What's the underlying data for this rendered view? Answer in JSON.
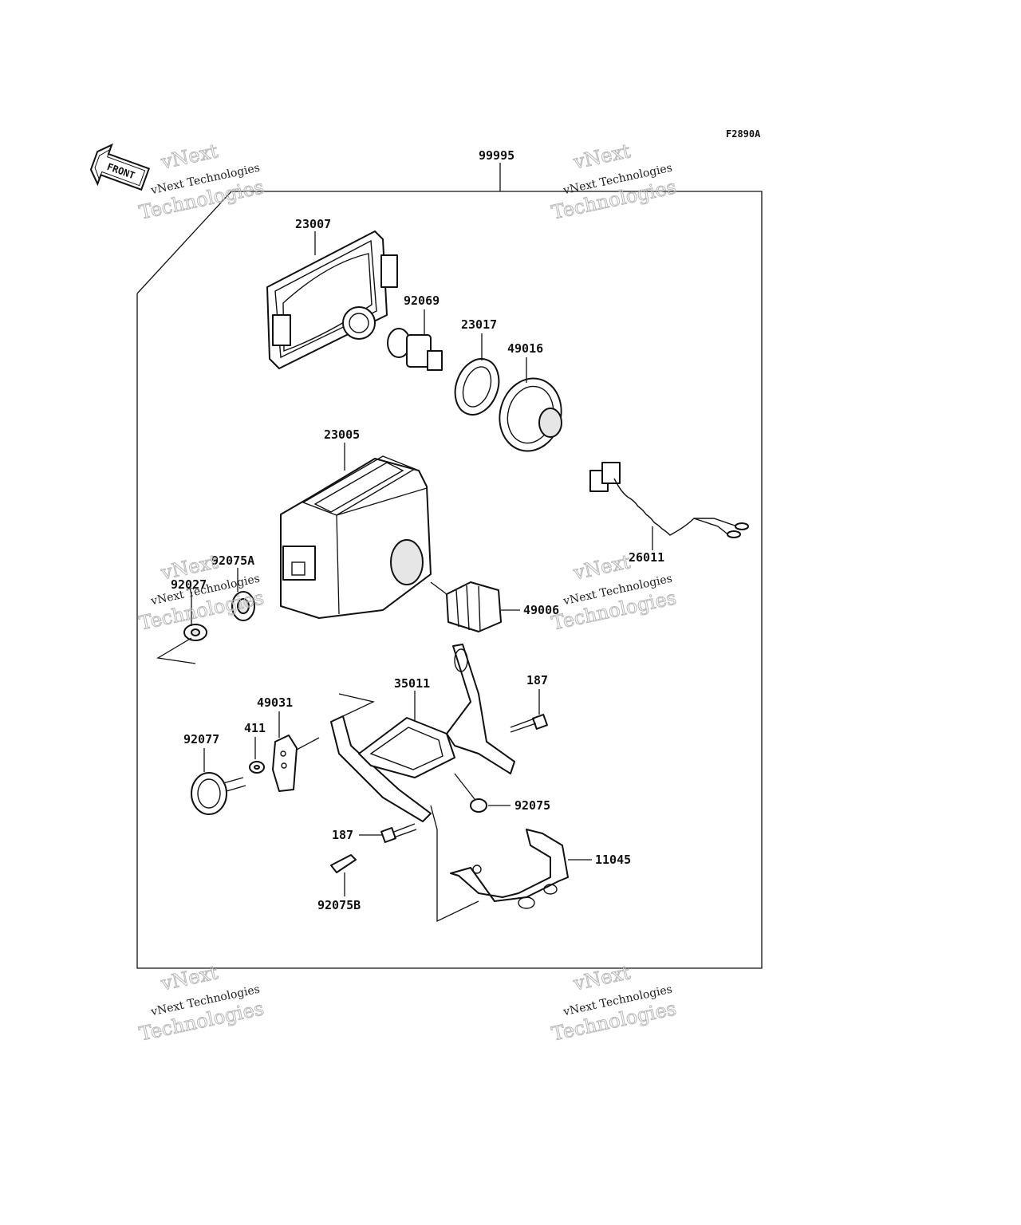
{
  "diagram": {
    "figure_code": "F2890A",
    "direction_label": "FRONT",
    "assembly_ref": "99995",
    "parts": {
      "p23007": "23007",
      "p92069": "92069",
      "p23017": "23017",
      "p49016": "49016",
      "p23005": "23005",
      "p26011": "26011",
      "p92075A": "92075A",
      "p92027": "92027",
      "p49006": "49006",
      "p35011": "35011",
      "p187a": "187",
      "p49031": "49031",
      "p411": "411",
      "p92077": "92077",
      "p92075": "92075",
      "p187b": "187",
      "p11045": "11045",
      "p92075B": "92075B"
    }
  },
  "watermark": {
    "line1": "vNext Technologies",
    "line2": "vNext",
    "line3": "Technologies"
  }
}
